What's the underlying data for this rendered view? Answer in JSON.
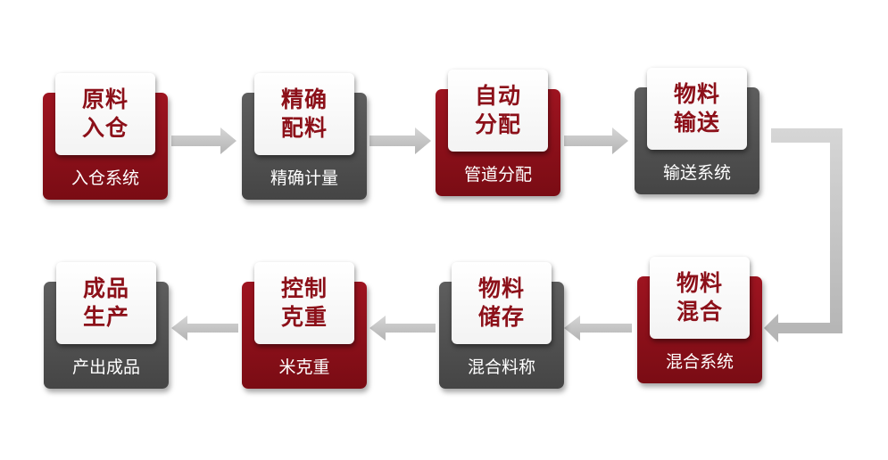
{
  "colors": {
    "red": "#8c1019",
    "gray": "#505050",
    "arrow": "#c2c2c2"
  },
  "nodes": [
    {
      "title1": "原料",
      "title2": "入仓",
      "label": "入仓系统",
      "color": "red"
    },
    {
      "title1": "精确",
      "title2": "配料",
      "label": "精确计量",
      "color": "gray"
    },
    {
      "title1": "自动",
      "title2": "分配",
      "label": "管道分配",
      "color": "red"
    },
    {
      "title1": "物料",
      "title2": "输送",
      "label": "输送系统",
      "color": "gray"
    },
    {
      "title1": "物料",
      "title2": "混合",
      "label": "混合系统",
      "color": "red"
    },
    {
      "title1": "物料",
      "title2": "储存",
      "label": "混合料称",
      "color": "gray"
    },
    {
      "title1": "控制",
      "title2": "克重",
      "label": "米克重",
      "color": "red"
    },
    {
      "title1": "成品",
      "title2": "生产",
      "label": "产出成品",
      "color": "gray"
    }
  ]
}
